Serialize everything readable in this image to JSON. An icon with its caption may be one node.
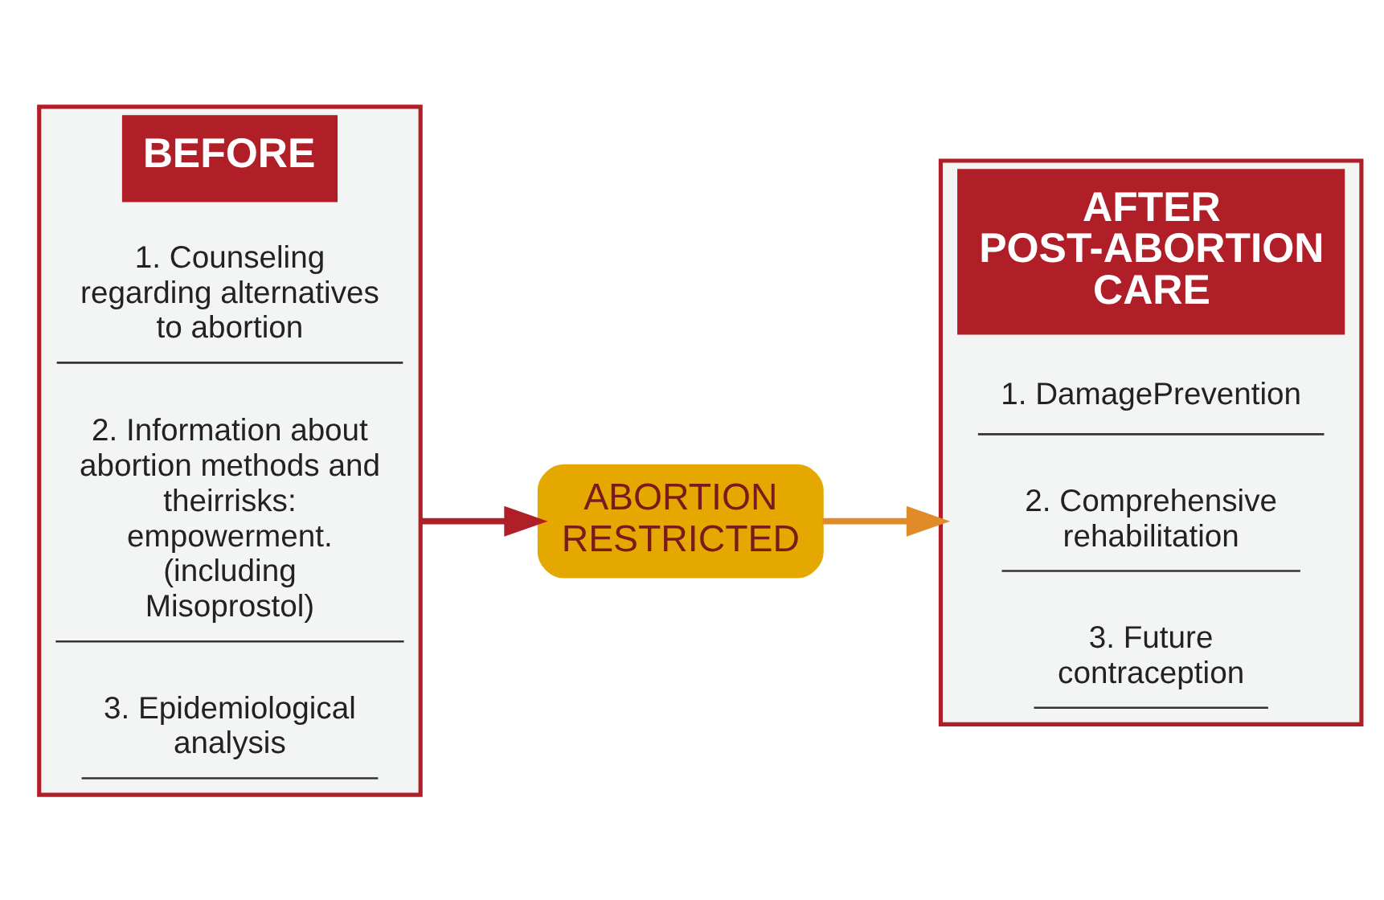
{
  "diagram": {
    "nodes": [
      {
        "text": [
          "BEFORE"
        ]
      },
      {
        "text": [
          "1. Counseling regarding alternatives to abortion"
        ],
        "in": 0
      },
      {
        "text": [
          "2. Information about abortion methods and theirrisks: empowerment. (including Misoprostol)"
        ],
        "in": 0
      },
      {
        "text": [
          "3. Epidemiological analysis"
        ],
        "in": 0
      },
      {
        "text": [
          "ABORTION RESTRICTED"
        ]
      },
      {
        "text": [
          "AFTER POST-ABORTION CARE"
        ]
      },
      {
        "text": [
          "1. DamagePrevention"
        ],
        "in": 5
      },
      {
        "text": [
          "2. Comprehensive rehabilitation"
        ],
        "in": 5
      },
      {
        "text": [
          "3. Future contraception"
        ],
        "in": 5
      }
    ],
    "edges": [
      {
        "from": 0,
        "to": 4,
        "arrow": "to",
        "color": "#b01e28"
      },
      {
        "from": 4,
        "to": 5,
        "arrow": "to",
        "color": "#e08a2a"
      }
    ]
  }
}
